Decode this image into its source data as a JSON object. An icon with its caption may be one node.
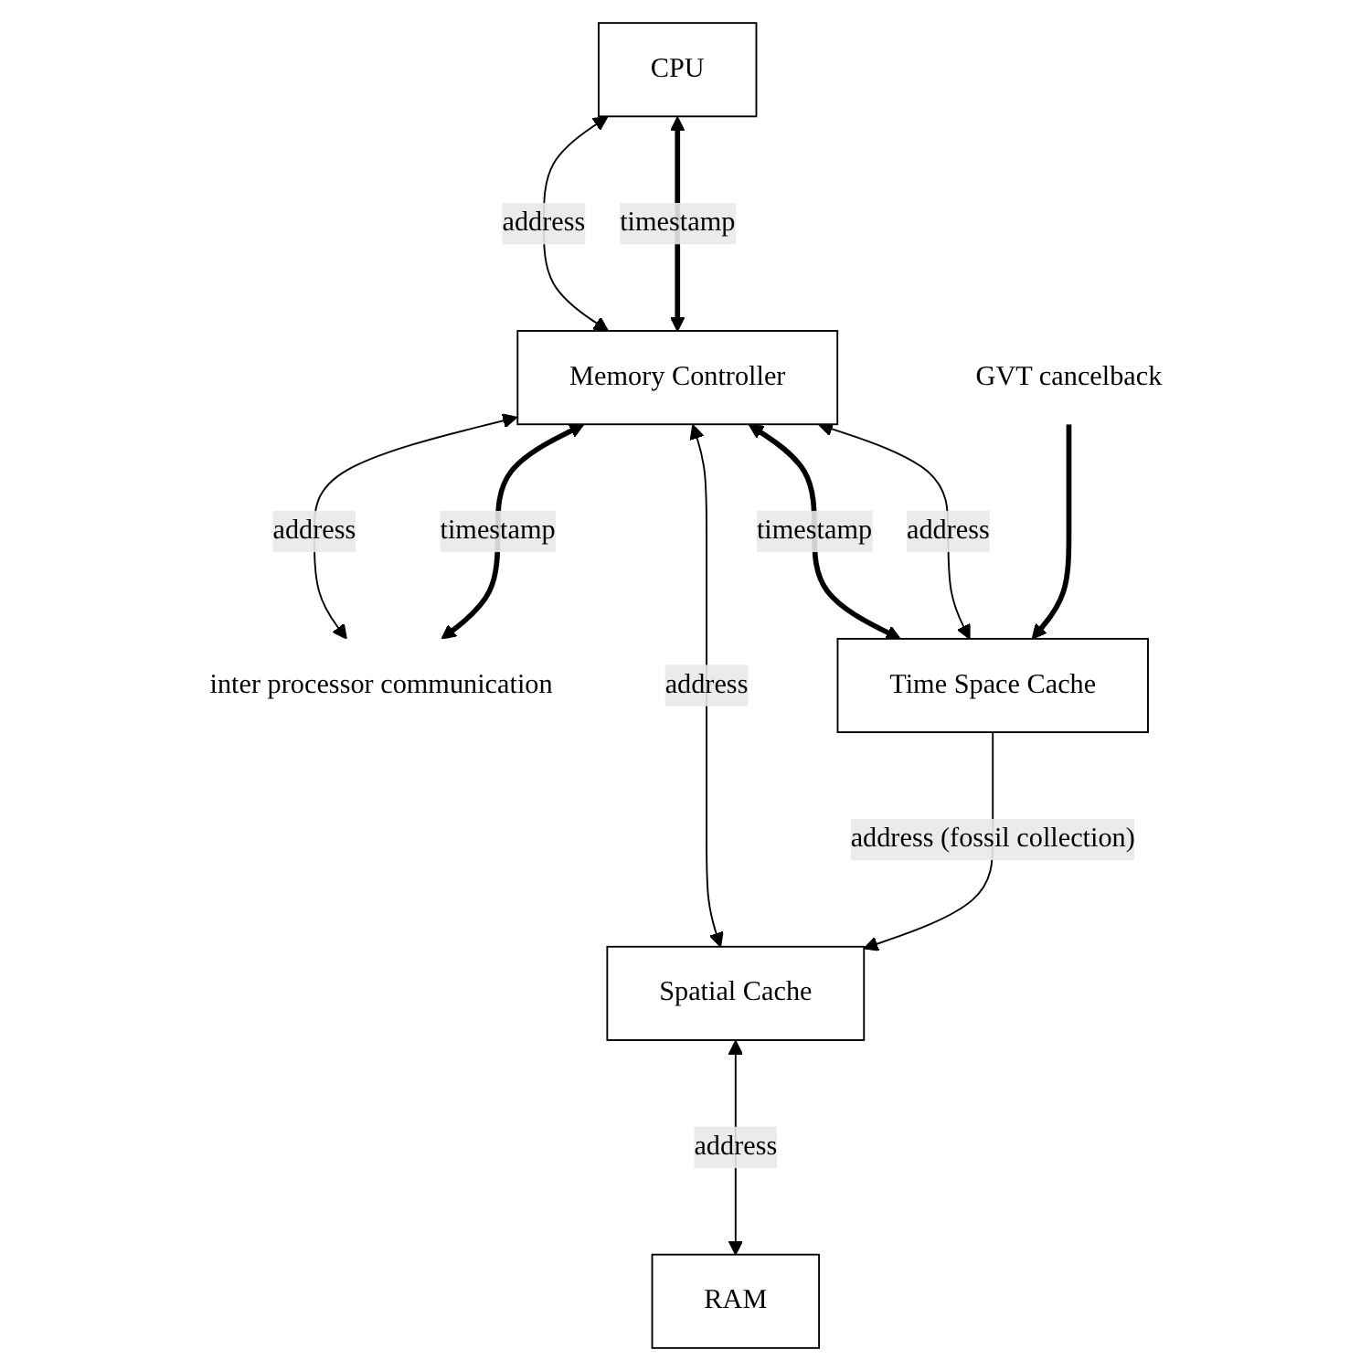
{
  "diagram": {
    "nodes": [
      {
        "text": [
          "CPU"
        ]
      },
      {
        "text": [
          "Memory Controller"
        ]
      },
      {
        "text": [
          "inter processor communication"
        ]
      },
      {
        "text": [
          "Time Space Cache"
        ]
      },
      {
        "text": [
          "Spatial Cache"
        ]
      },
      {
        "text": [
          "GVT cancelback"
        ]
      },
      {
        "text": [
          "RAM"
        ]
      }
    ],
    "edges": [
      {
        "from": 0,
        "to": 1,
        "arrow": "both",
        "label": "address"
      },
      {
        "from": 0,
        "to": 1,
        "arrow": "both",
        "label": "timestamp",
        "style": "thick"
      },
      {
        "from": 1,
        "to": 2,
        "arrow": "both",
        "label": "address"
      },
      {
        "from": 1,
        "to": 2,
        "arrow": "both",
        "label": "timestamp",
        "style": "thick"
      },
      {
        "from": 1,
        "to": 3,
        "arrow": "both",
        "label": "timestamp",
        "style": "thick"
      },
      {
        "from": 1,
        "to": 3,
        "arrow": "both",
        "label": "address"
      },
      {
        "from": 1,
        "to": 4,
        "arrow": "both",
        "label": "address"
      },
      {
        "from": 3,
        "to": 4,
        "arrow": "to",
        "label": "address (fossil collection)"
      },
      {
        "from": 5,
        "to": 3,
        "arrow": "to",
        "style": "thick"
      },
      {
        "from": 4,
        "to": 6,
        "arrow": "both",
        "label": "address"
      }
    ]
  }
}
